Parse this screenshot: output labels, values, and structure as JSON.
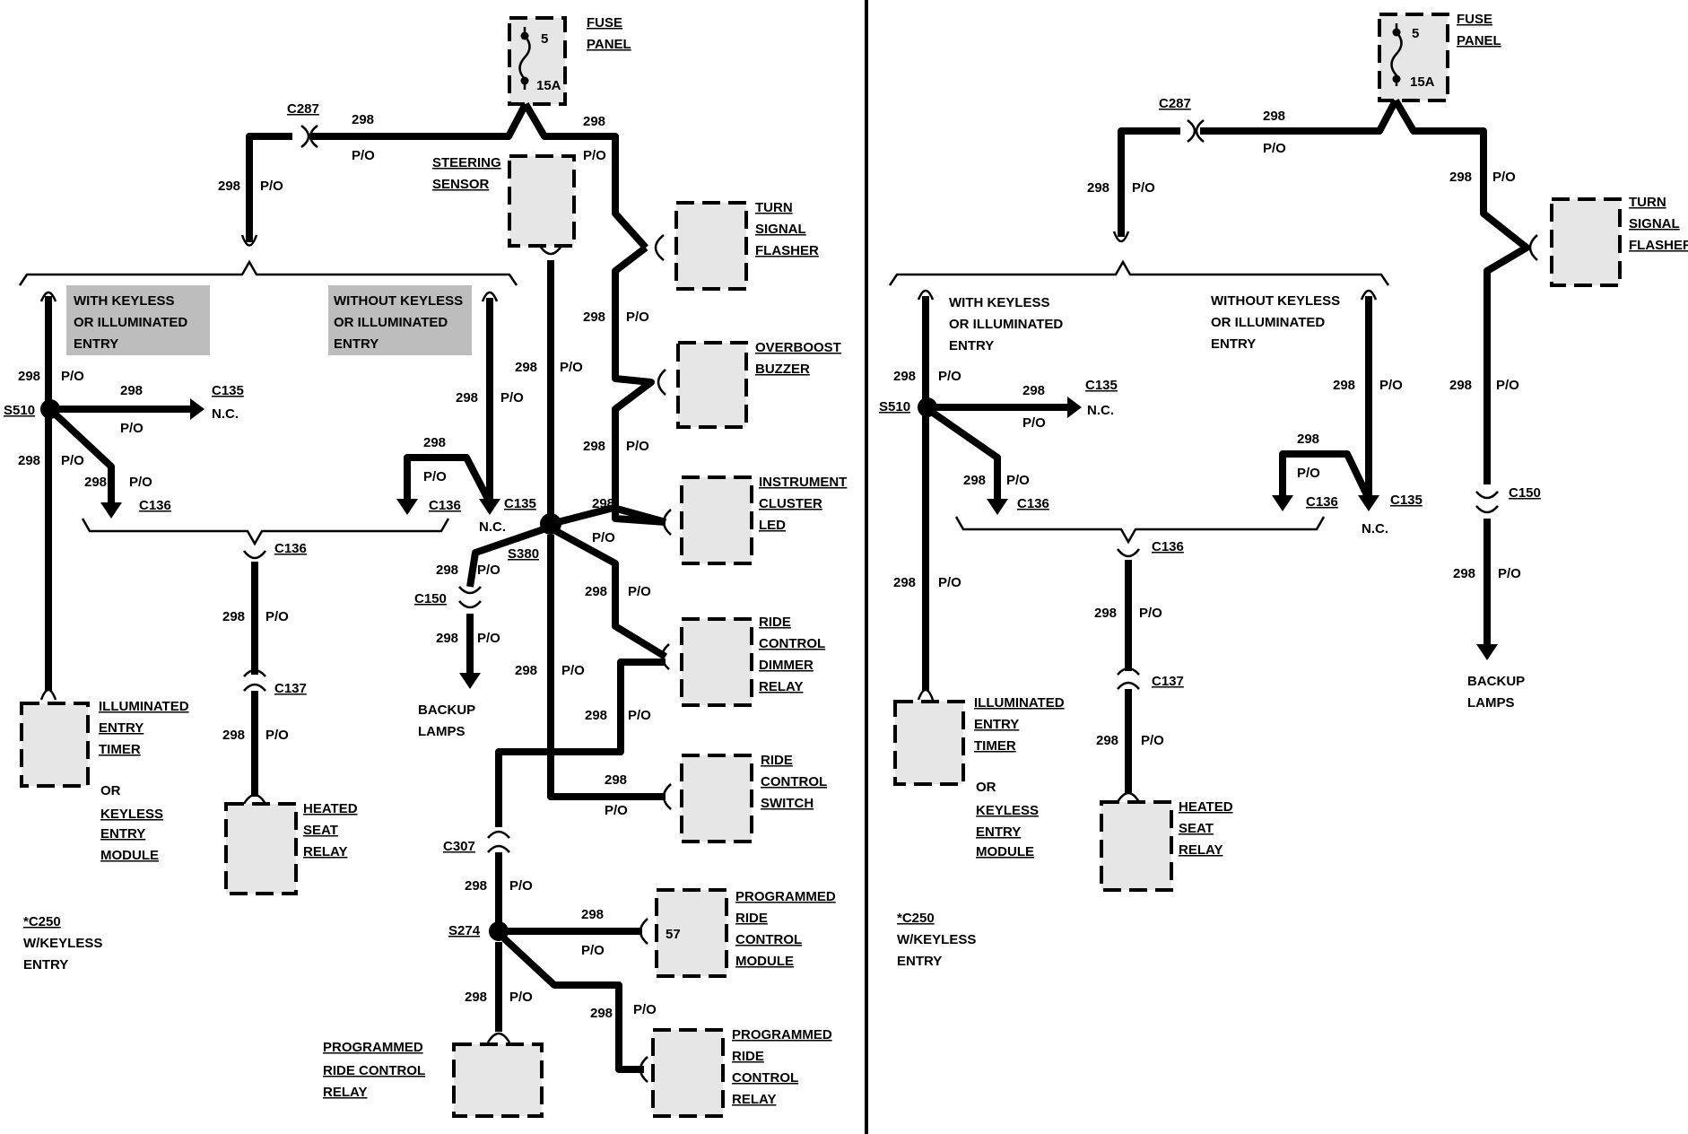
{
  "diagram": {
    "wire": {
      "num": "298",
      "color": "P/O"
    },
    "connectors": {
      "c287": "C287",
      "c135": "C135",
      "c136": "C136",
      "c137": "C137",
      "c150": "C150",
      "c307": "C307",
      "c250": "*C250"
    },
    "splices": {
      "s510": "S510",
      "s380": "S380",
      "s274": "S274"
    },
    "nc": "N.C.",
    "fuse_panel": {
      "line1": "FUSE",
      "line2": "PANEL",
      "fuse_num": "5",
      "fuse_amp": "15A"
    },
    "steering_sensor": {
      "line1": "STEERING",
      "line2": "SENSOR"
    },
    "turn_signal_flasher": {
      "line1": "TURN",
      "line2": "SIGNAL",
      "line3": "FLASHER"
    },
    "overboost_buzzer": {
      "line1": "OVERBOOST",
      "line2": "BUZZER"
    },
    "instrument_cluster_led": {
      "line1": "INSTRUMENT",
      "line2": "CLUSTER",
      "line3": "LED"
    },
    "ride_control_dimmer_relay": {
      "line1": "RIDE",
      "line2": "CONTROL",
      "line3": "DIMMER",
      "line4": "RELAY"
    },
    "ride_control_switch": {
      "line1": "RIDE",
      "line2": "CONTROL",
      "line3": "SWITCH"
    },
    "prog_ride_control_module": {
      "line1": "PROGRAMMED",
      "line2": "RIDE",
      "line3": "CONTROL",
      "line4": "MODULE",
      "pin": "57"
    },
    "prog_ride_control_relay_left": {
      "line1": "PROGRAMMED",
      "line2": "RIDE CONTROL",
      "line3": "RELAY"
    },
    "prog_ride_control_relay_right": {
      "line1": "PROGRAMMED",
      "line2": "RIDE",
      "line3": "CONTROL",
      "line4": "RELAY"
    },
    "illuminated_entry_timer": {
      "line1": "ILLUMINATED",
      "line2": "ENTRY",
      "line3": "TIMER",
      "or": "OR",
      "line4": "KEYLESS",
      "line5": "ENTRY",
      "line6": "MODULE"
    },
    "heated_seat_relay": {
      "line1": "HEATED",
      "line2": "SEAT",
      "line3": "RELAY"
    },
    "backup_lamps": {
      "line1": "BACKUP",
      "line2": "LAMPS"
    },
    "with_keyless": {
      "line1": "WITH KEYLESS",
      "line2": "OR ILLUMINATED",
      "line3": "ENTRY"
    },
    "without_keyless": {
      "line1": "WITHOUT KEYLESS",
      "line2": "OR ILLUMINATED",
      "line3": "ENTRY"
    },
    "w_keyless_entry": {
      "line1": "W/KEYLESS",
      "line2": "ENTRY"
    }
  }
}
